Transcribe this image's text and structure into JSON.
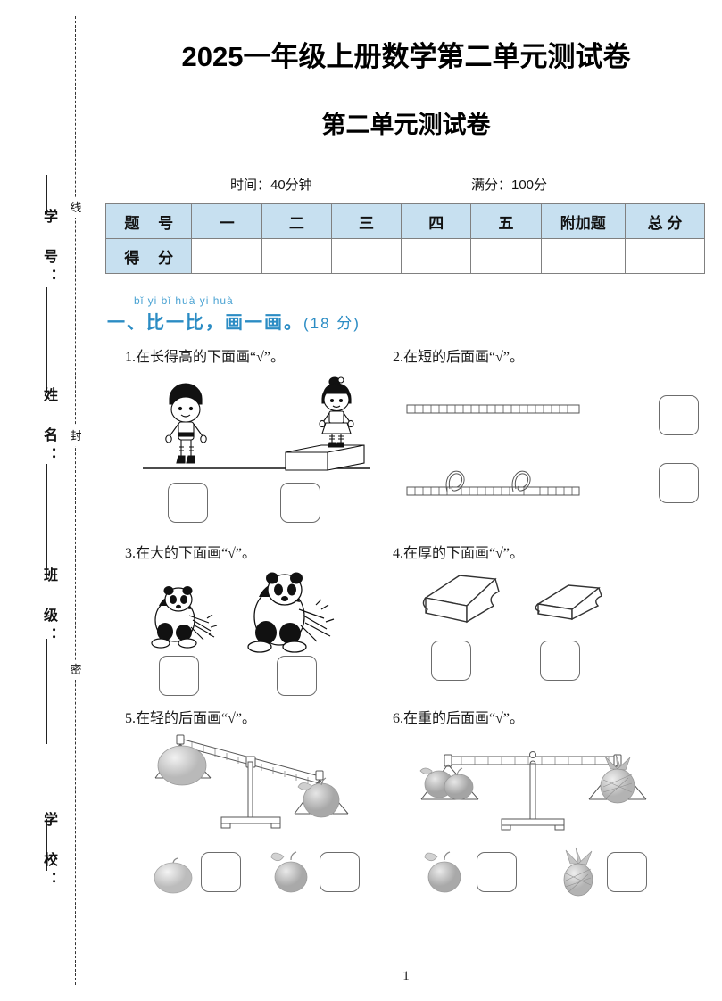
{
  "seal_margin": {
    "dashed_words": [
      "线",
      "封",
      "密"
    ],
    "fields": [
      "学 号：",
      "姓 名：",
      "班 级：",
      "学 校："
    ]
  },
  "header": {
    "title": "2025一年级上册数学第二单元测试卷",
    "subtitle": "第二单元测试卷",
    "time_label": "时间：40分钟",
    "fullmark_label": "满分：100分"
  },
  "score_table": {
    "row_labels": [
      "题  号",
      "得  分"
    ],
    "columns": [
      "一",
      "二",
      "三",
      "四",
      "五",
      "附加题",
      "总  分"
    ],
    "header_bg": "#c7e0f0",
    "scores": [
      "",
      "",
      "",
      "",
      "",
      "",
      ""
    ]
  },
  "section_one": {
    "pinyin": "bǐ yi bǐ   huà yi huà",
    "title": "一、比一比，画一画。",
    "points": "(18 分)",
    "accent_color": "#2b8cc4",
    "questions": [
      {
        "num": "1.",
        "text": "1.在长得高的下面画“√”。",
        "answer_boxes": 2
      },
      {
        "num": "2.",
        "text": "2.在短的后面画“√”。",
        "answer_boxes": 2
      },
      {
        "num": "3.",
        "text": "3.在大的下面画“√”。",
        "answer_boxes": 2
      },
      {
        "num": "4.",
        "text": "4.在厚的下面画“√”。",
        "answer_boxes": 2
      },
      {
        "num": "5.",
        "text": "5.在轻的后面画“√”。",
        "answer_boxes": 2
      },
      {
        "num": "6.",
        "text": "6.在重的后面画“√”。",
        "answer_boxes": 2
      }
    ],
    "figures": {
      "q1": {
        "left_item": "boy-standing-on-ground",
        "right_item": "girl-standing-on-box"
      },
      "q2": {
        "top_item": "long-straight-strip",
        "bottom_item": "short-looped-strip"
      },
      "q3": {
        "left_item": "small-panda",
        "right_item": "large-panda"
      },
      "q4": {
        "left_item": "thick-book",
        "right_item": "thin-book"
      },
      "q5": {
        "scale_state": "tilted-left-down",
        "left_item": "pear",
        "right_item": "apple"
      },
      "q6": {
        "scale_state": "balanced",
        "left_item": "apples",
        "right_item": "pineapple"
      }
    }
  },
  "footer": {
    "page_number": "1"
  }
}
